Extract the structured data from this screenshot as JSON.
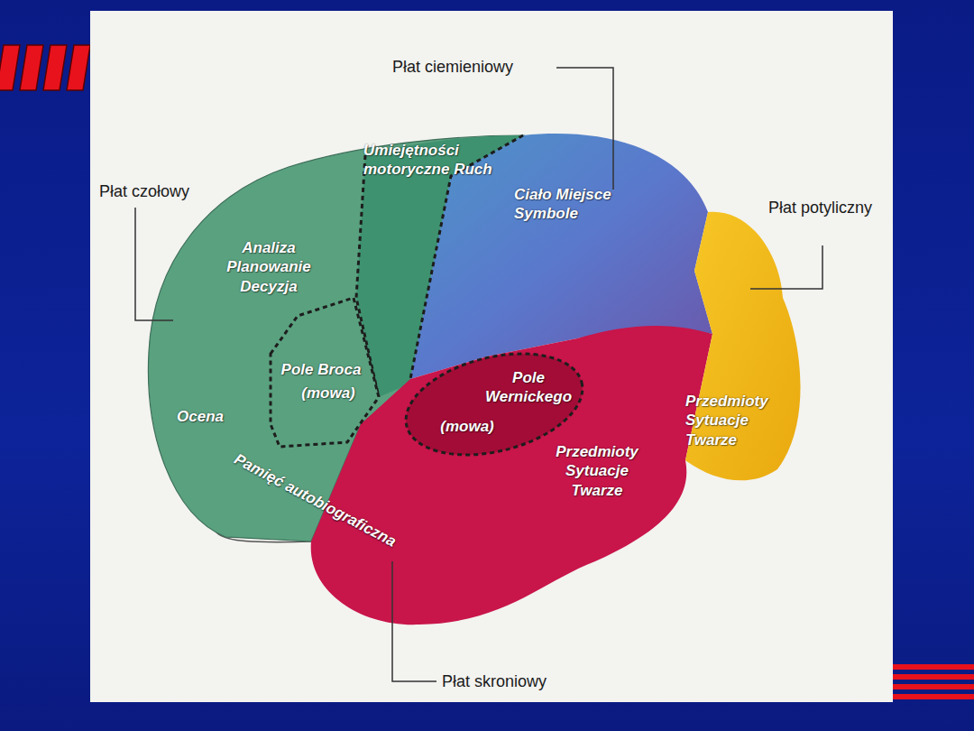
{
  "diagram": {
    "nodes": [
      {
        "text": [
          "Analiza Planowanie Decyzja",
          "Ocena"
        ]
      },
      {
        "text": [
          "Pole Broca",
          "(mowa)"
        ],
        "in": 0
      },
      {
        "text": [
          "Umiejętności motoryczne Ruch"
        ]
      },
      {
        "text": [
          "Ciało Miejsce Symbole"
        ]
      },
      {
        "text": [
          "Przedmioty Sytuacje Twarze"
        ]
      },
      {
        "text": [
          "Pole Wernickego",
          "(mowa)"
        ],
        "in": 4
      },
      {
        "text": [
          "Przedmioty Sytuacje Twarze"
        ]
      }
    ],
    "labels": [
      "Płat ciemieniowy",
      "Płat czołowy",
      "Płat potyliczny",
      "Płat skroniowy",
      "Pamięć autobiograficzna"
    ]
  }
}
